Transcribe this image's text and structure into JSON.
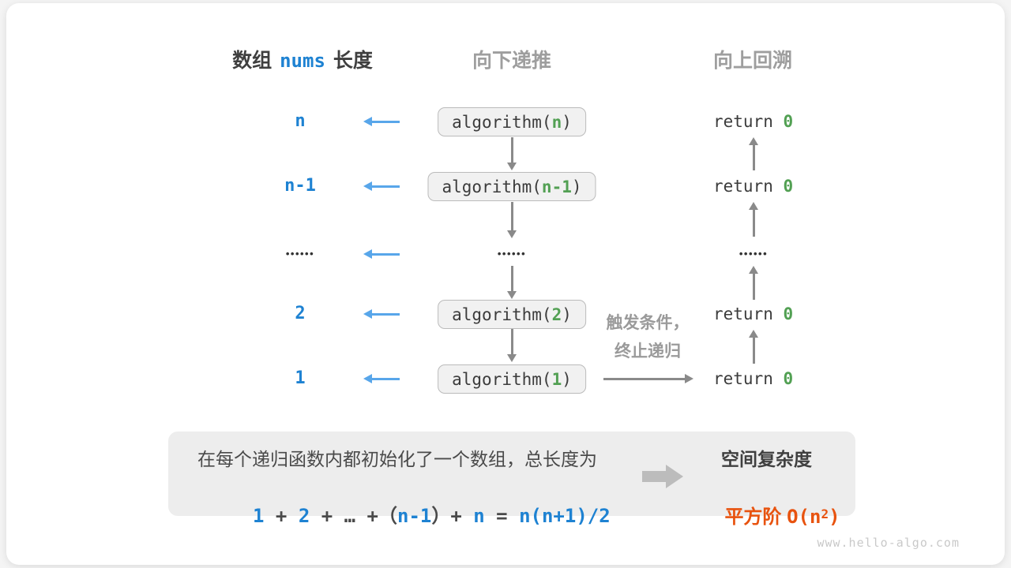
{
  "colors": {
    "blue": "#1e82d2",
    "arrow_blue": "#58a6ea",
    "green": "#52a053",
    "dark_text": "#3c3c3c",
    "gray_header": "#9e9e9e",
    "arrow_gray": "#8a8a8a",
    "box_background": "#f1f1f1",
    "box_border": "#bbbbbb",
    "summary_background": "#ededed",
    "orange": "#e8530f",
    "watermark_gray": "#c9c9c9"
  },
  "header": {
    "col1_part1": "数组",
    "col1_code": "nums",
    "col1_part2": "长度",
    "col2": "向下递推",
    "col3": "向上回溯"
  },
  "rows": [
    {
      "label": "n",
      "call_prefix": "algorithm(",
      "param": "n",
      "call_suffix": ")",
      "return_kw": "return ",
      "return_val": "0"
    },
    {
      "label": "n-1",
      "call_prefix": "algorithm(",
      "param": "n-1",
      "call_suffix": ")",
      "return_kw": "return ",
      "return_val": "0"
    },
    {
      "dots": "••••••"
    },
    {
      "label": "2",
      "call_prefix": "algorithm(",
      "param": "2",
      "call_suffix": ")",
      "return_kw": "return ",
      "return_val": "0"
    },
    {
      "label": "1",
      "call_prefix": "algorithm(",
      "param": "1",
      "call_suffix": ")",
      "return_kw": "return ",
      "return_val": "0"
    }
  ],
  "annotation": {
    "line1": "触发条件，",
    "line2": "终止递归"
  },
  "summary": {
    "line1": "在每个递归函数内都初始化了一个数组，总长度为",
    "formula": {
      "t1": "1",
      "op1": " + ",
      "t2": "2",
      "op2": " + ",
      "ellipsis": "…",
      "op3": " +",
      "paren_open": "（",
      "t3": "n-1",
      "paren_close": "）",
      "op4": "+ ",
      "t4": "n",
      "eq": " = ",
      "result": "n(n+1)/2"
    },
    "complexity_title": "空间复杂度",
    "complexity_name": "平方阶 ",
    "complexity_o_prefix": "O(n",
    "complexity_exponent": "2",
    "complexity_o_suffix": ")"
  },
  "watermark": "www.hello-algo.com"
}
